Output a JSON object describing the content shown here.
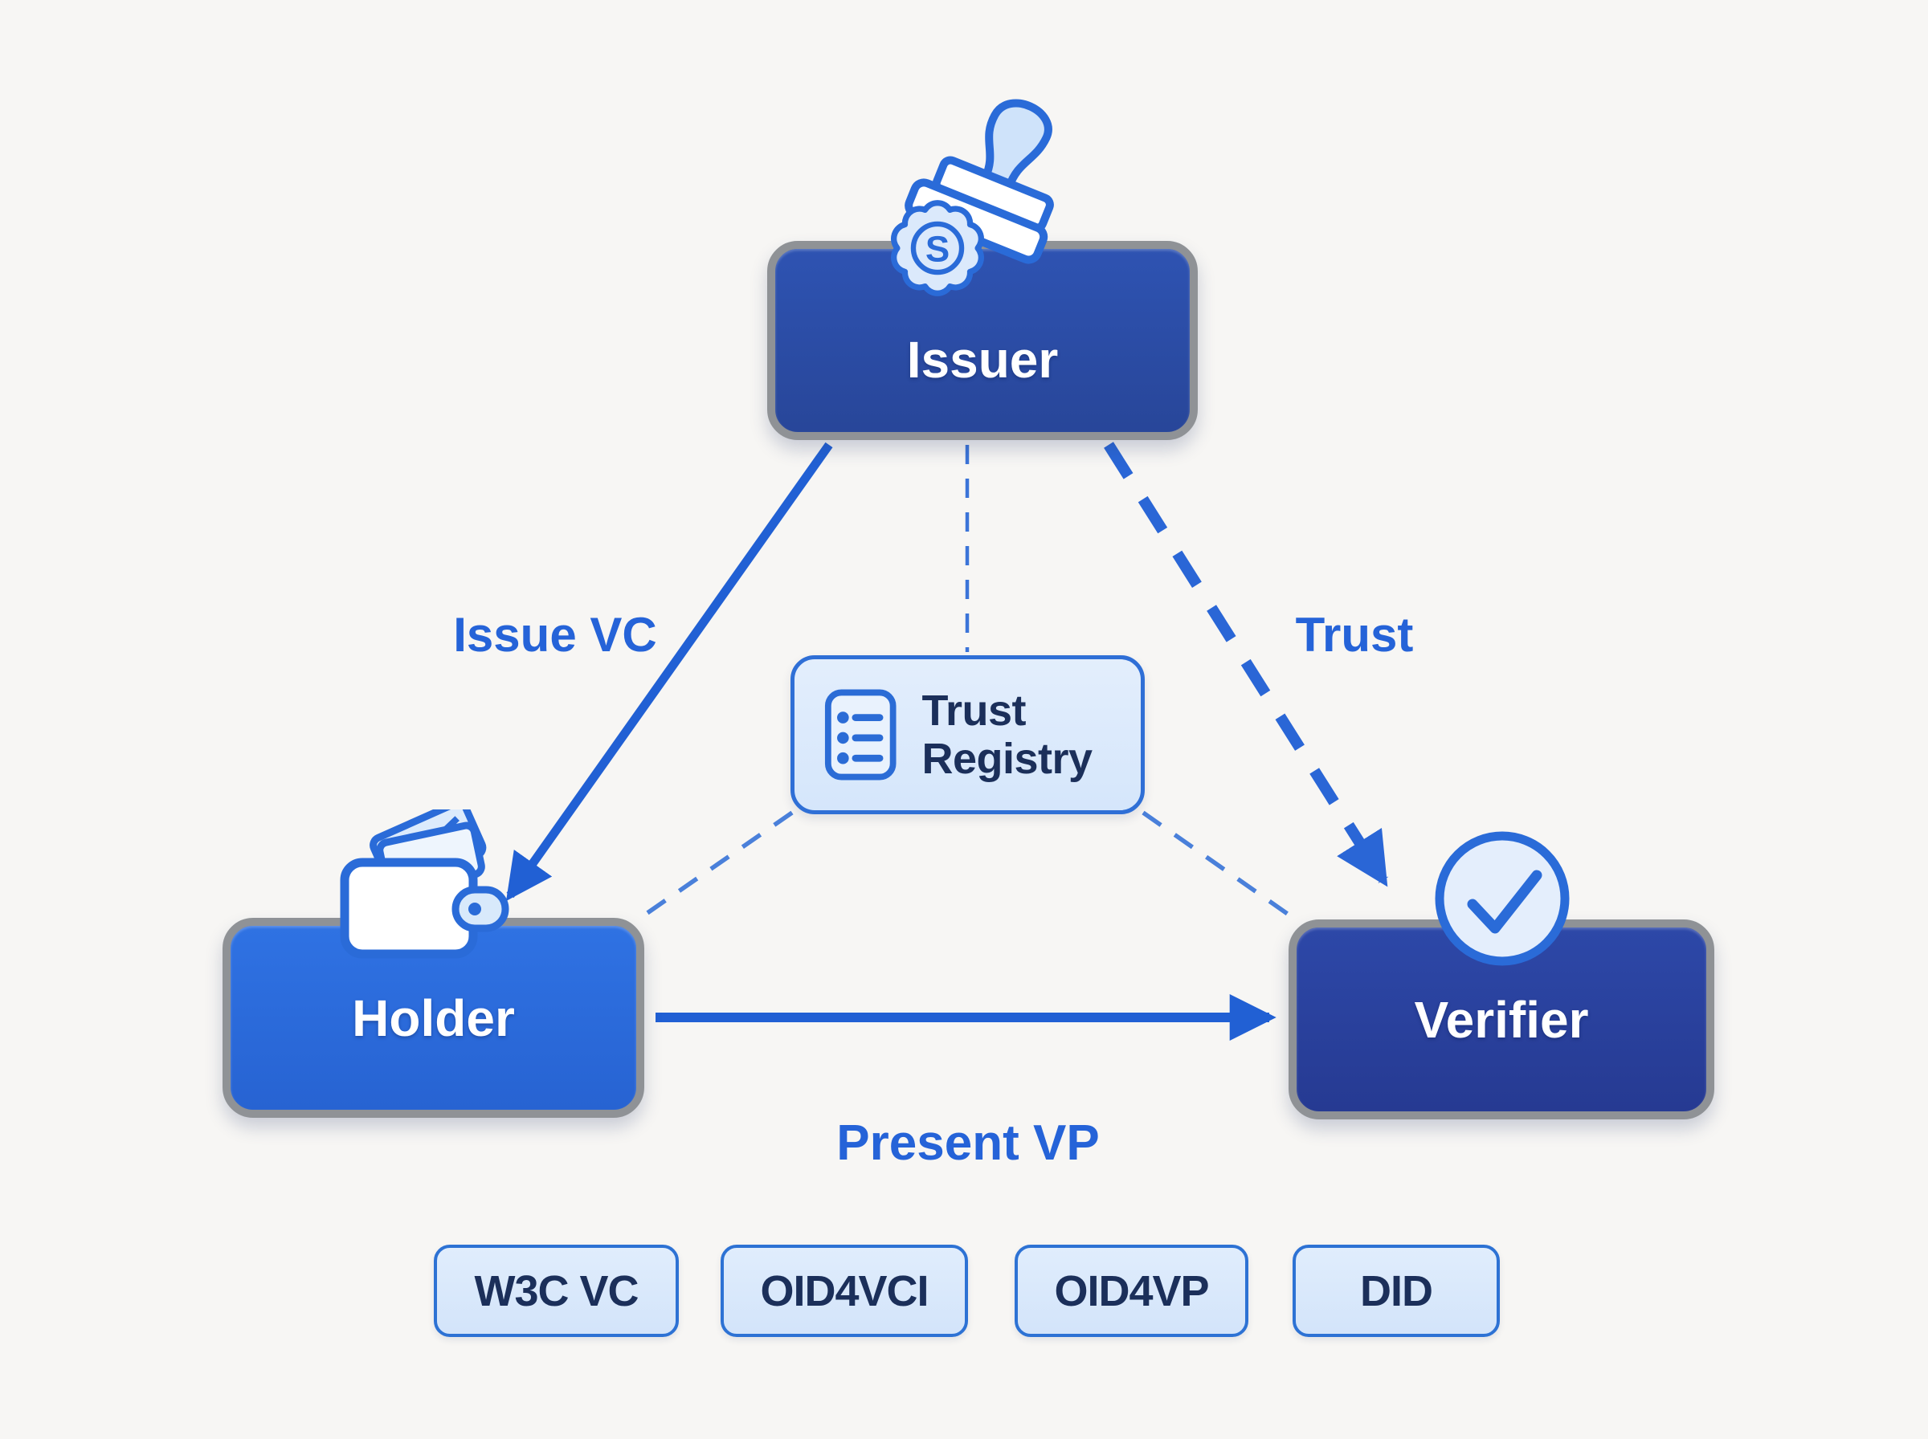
{
  "diagram_title": "",
  "nodes": {
    "issuer": {
      "label": "Issuer"
    },
    "holder": {
      "label": "Holder"
    },
    "verifier": {
      "label": "Verifier"
    },
    "trust_registry": {
      "label": "Trust Registry"
    }
  },
  "edges": {
    "issue_vc": {
      "label": "Issue VC",
      "from": "issuer",
      "to": "holder",
      "style": "solid-arrow"
    },
    "trust": {
      "label": "Trust",
      "from": "issuer",
      "to": "verifier",
      "style": "thick-dashed-arrow"
    },
    "present_vp": {
      "label": "Present VP",
      "from": "holder",
      "to": "verifier",
      "style": "solid-arrow"
    },
    "issuer_to_registry": {
      "label": "",
      "style": "thin-dashed"
    },
    "registry_to_holder": {
      "label": "",
      "style": "thin-dashed"
    },
    "registry_to_verifier": {
      "label": "",
      "style": "thin-dashed"
    }
  },
  "badges": [
    "W3C VC",
    "OID4VCI",
    "OID4VP",
    "DID"
  ],
  "icons": {
    "issuer": "stamp-and-seal",
    "holder": "wallet",
    "verifier": "check-circle",
    "trust_registry": "checklist",
    "seal_letter": "S"
  },
  "palette": {
    "background": "#f7f6f4",
    "issuer_fill": "#2b4dab",
    "holder_fill": "#2b6bdd",
    "verifier_fill": "#2a41a0",
    "node_border_gray": "#8f9296",
    "accent_blue": "#2a6bd8",
    "label_blue": "#2563d8",
    "light_blue_fill": "#dbe9fb",
    "dark_navy_text": "#1b2f5a"
  }
}
